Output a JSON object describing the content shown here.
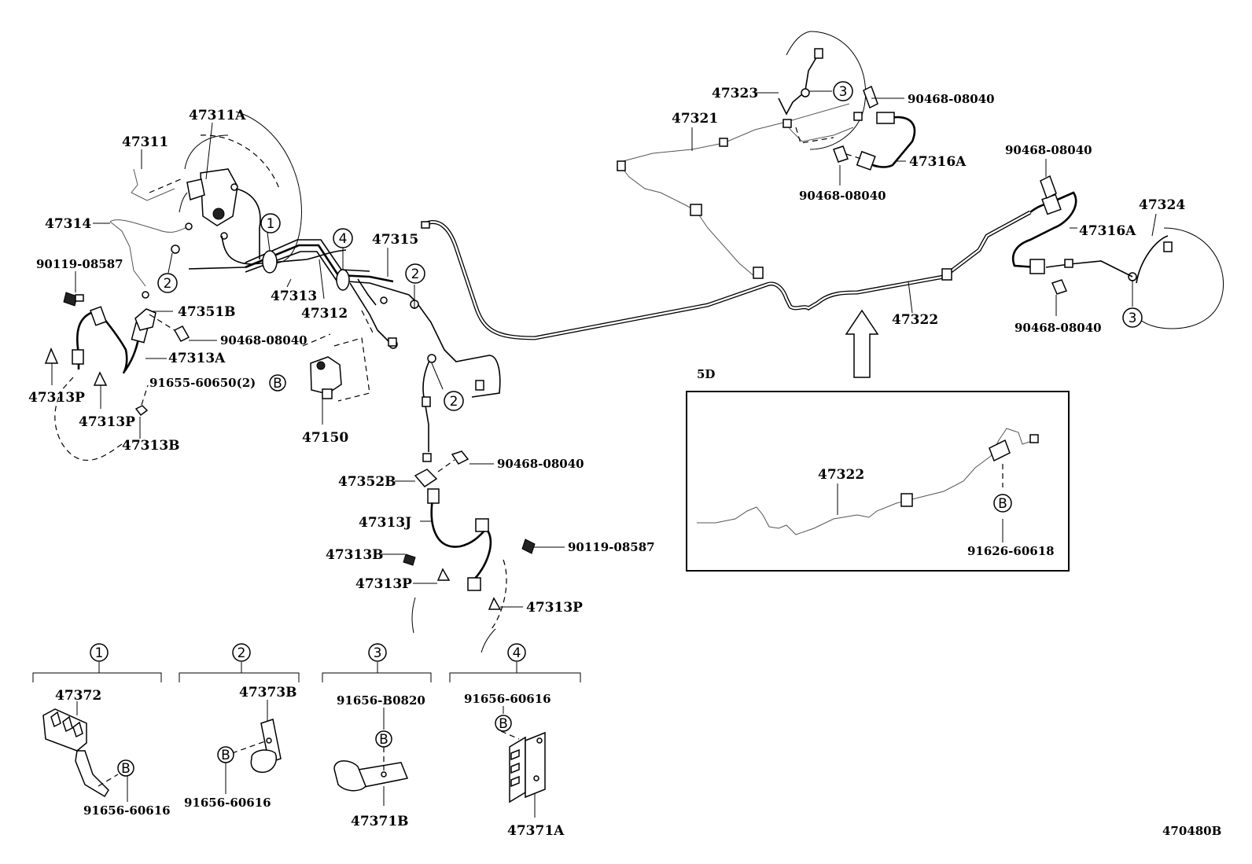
{
  "labels": {
    "p47311a": "47311A",
    "p47311": "47311",
    "p47314": "47314",
    "p90119_a": "90119-08587",
    "p47351b": "47351B",
    "p90468_a": "90468-08040",
    "p47313a": "47313A",
    "p91655": "91655-60650(2)",
    "p47313p_a": "47313P",
    "p47313p_b": "47313P",
    "p47313b_a": "47313B",
    "p47313": "47313",
    "p47312": "47312",
    "p47315": "47315",
    "p47150": "47150",
    "p90468_b": "90468-08040",
    "p47352b": "47352B",
    "p47313j": "47313J",
    "p90119_b": "90119-08587",
    "p47313b_b": "47313B",
    "p47313p_c": "47313P",
    "p47313p_d": "47313P",
    "p47323": "47323",
    "p90468_c": "90468-08040",
    "p47321": "47321",
    "p47316a_a": "47316A",
    "p90468_d": "90468-08040",
    "p90468_e": "90468-08040",
    "p47324": "47324",
    "p47316a_b": "47316A",
    "p47322": "47322",
    "p90468_f": "90468-08040",
    "inset_title": "5D",
    "inset_p47322": "47322",
    "inset_p91626": "91626-60618",
    "d1_p47372": "47372",
    "d1_p91656": "91656-60616",
    "d2_p47373b": "47373B",
    "d2_p91656": "91656-60616",
    "d3_p91656": "91656-B0820",
    "d3_p47371b": "47371B",
    "d4_p91656": "91656-60616",
    "d4_p47371a": "47371A",
    "figure_code": "470480B"
  },
  "callouts": {
    "one": "1",
    "two": "2",
    "three": "3",
    "four": "4",
    "b": "B"
  }
}
